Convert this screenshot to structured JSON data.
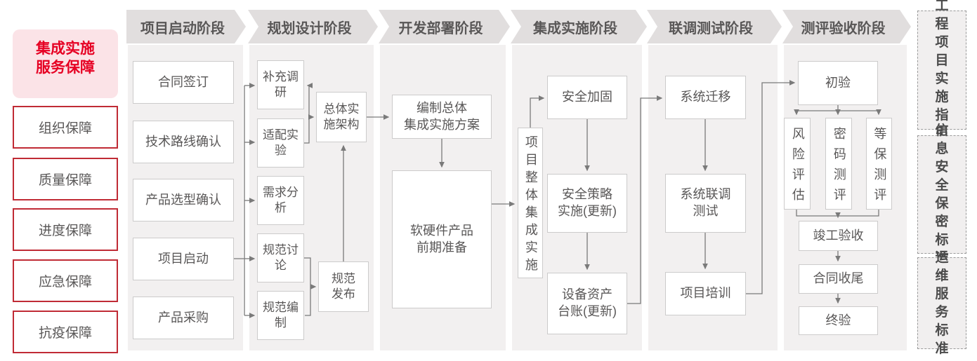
{
  "flowchart_title": {
    "line1": "集成实施",
    "line2": "服务保障"
  },
  "sidebar_items": [
    "组织保障",
    "质量保障",
    "进度保障",
    "应急保障",
    "抗疫保障"
  ],
  "stages": [
    {
      "label": "项目启动阶段",
      "boxes": [
        "合同签订",
        "技术路线确认",
        "产品选型确认",
        "项目启动",
        "产品采购"
      ]
    },
    {
      "label": "规划设计阶段",
      "boxes": [
        "补充调研",
        "适配实验",
        "需求分析",
        "规范讨论",
        "规范编制",
        "总体实\n施架构",
        "规范\n发布"
      ]
    },
    {
      "label": "开发部署阶段",
      "boxes": [
        "编制总体\n集成实施方案",
        "软硬件产品\n前期准备"
      ]
    },
    {
      "label": "集成实施阶段",
      "boxes": [
        "项目整体集成实施",
        "安全加固",
        "安全策略\n实施(更新)",
        "设备资产\n台账(更新)"
      ]
    },
    {
      "label": "联调测试阶段",
      "boxes": [
        "系统迁移",
        "系统联调\n测试",
        "项目培训"
      ]
    },
    {
      "label": "测评验收阶段",
      "boxes": [
        "初验",
        "风险评估",
        "密码测评",
        "等保测评",
        "竣工验收",
        "合同收尾",
        "终验"
      ]
    }
  ],
  "standards": [
    {
      "label": "工程项目实施指引",
      "rows": [
        "工程",
        "项目",
        "实施",
        "指引"
      ]
    },
    {
      "label": "信息安全保密标准",
      "rows": [
        "信息",
        "安全",
        "保密",
        "标准"
      ]
    },
    {
      "label": "运维服务标准",
      "rows": [
        "运维",
        "服务",
        "标准"
      ]
    }
  ],
  "colors": {
    "accent_red": "#e60023",
    "red_border": "#c02b35",
    "pink_bg": "#fbe3e7",
    "header_gray": "#e1dede",
    "panel_gray": "#f2f0f0",
    "box_border": "#cccbcb",
    "line_gray": "#7a7a7a",
    "text_gray": "#595757"
  }
}
